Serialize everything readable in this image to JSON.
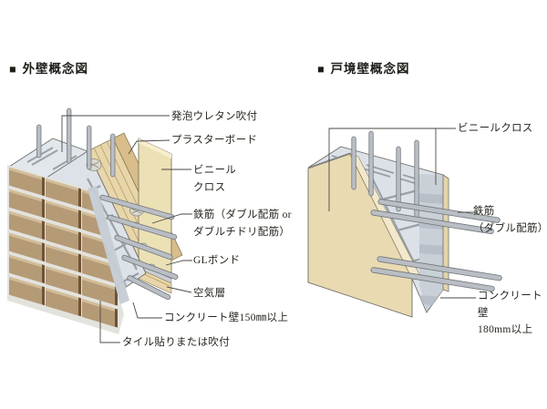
{
  "page": {
    "background": "#ffffff"
  },
  "palette": {
    "tile_face": "#b59a76",
    "tile_bevel": "#d2bc97",
    "tile_edge_dark": "#6e5336",
    "concrete_light": "#dde2e9",
    "concrete_mid": "#c5ccd4",
    "concrete_dark": "#b7bfc8",
    "foam_plank": "#e8d6aa",
    "plasterboard": "#d9bd8a",
    "vinyl_cloth": "#ece0b5",
    "vinyl_bevel": "#f2e8cb",
    "rebar": "#b9bec4",
    "outline": "#5f5f58",
    "leader_line": "#4a4a45",
    "text": "#26261f"
  },
  "sections": [
    {
      "id": "exterior-wall",
      "marker": "■",
      "title": "外壁概念図",
      "labels": [
        {
          "text": "発泡ウレタン吹付"
        },
        {
          "text": "プラスターボード"
        },
        {
          "text": "ビニール\nクロス"
        },
        {
          "text": "鉄筋（ダブル配筋 or\nダブルチドリ配筋）"
        },
        {
          "text": "GLボンド"
        },
        {
          "text": "空気層"
        },
        {
          "text": "コンクリート壁150㎜以上"
        },
        {
          "text": "タイル貼りまたは吹付"
        }
      ]
    },
    {
      "id": "partition-wall",
      "marker": "■",
      "title": "戸境壁概念図",
      "labels": [
        {
          "text": "ビニールクロス"
        },
        {
          "text": "鉄筋\n（ダブル配筋）"
        },
        {
          "text": "コンクリート壁\n180mm以上"
        }
      ]
    }
  ]
}
